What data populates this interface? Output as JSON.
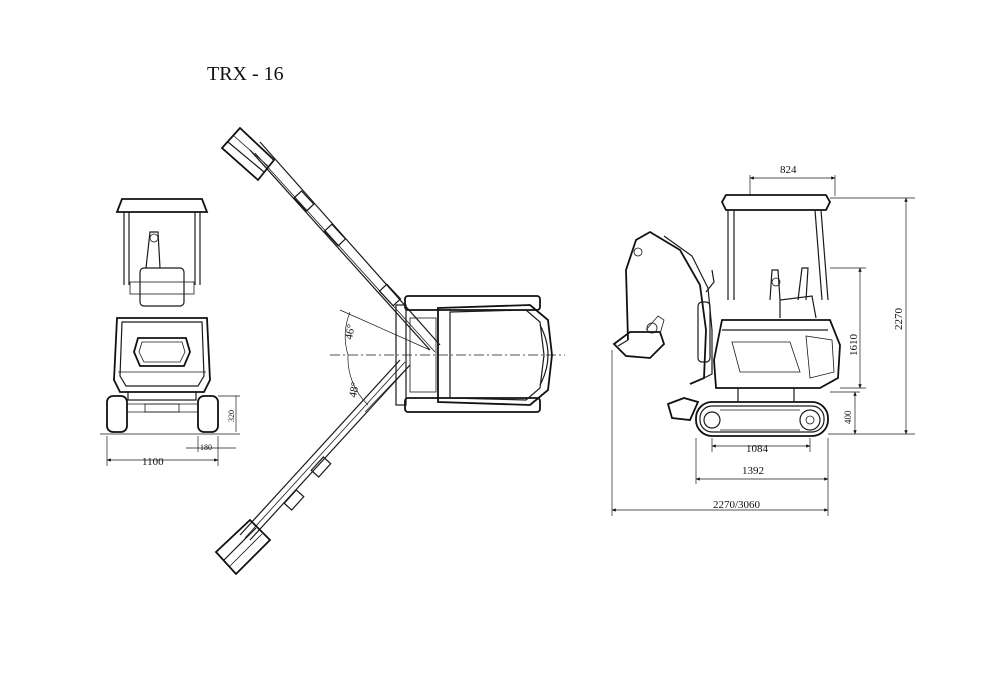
{
  "title": "TRX - 16",
  "front_view": {
    "width_label": "1100",
    "track_width_label": "180",
    "clearance_label": "320"
  },
  "top_view": {
    "swing_right_label": "46°",
    "swing_left_label": "48°"
  },
  "side_view": {
    "cab_width_label": "824",
    "total_height_label": "2270",
    "cab_height_label": "1610",
    "blade_height_label": "400",
    "track_length_label": "1084",
    "track_overall_label": "1392",
    "overall_length_label": "2270/3060"
  }
}
